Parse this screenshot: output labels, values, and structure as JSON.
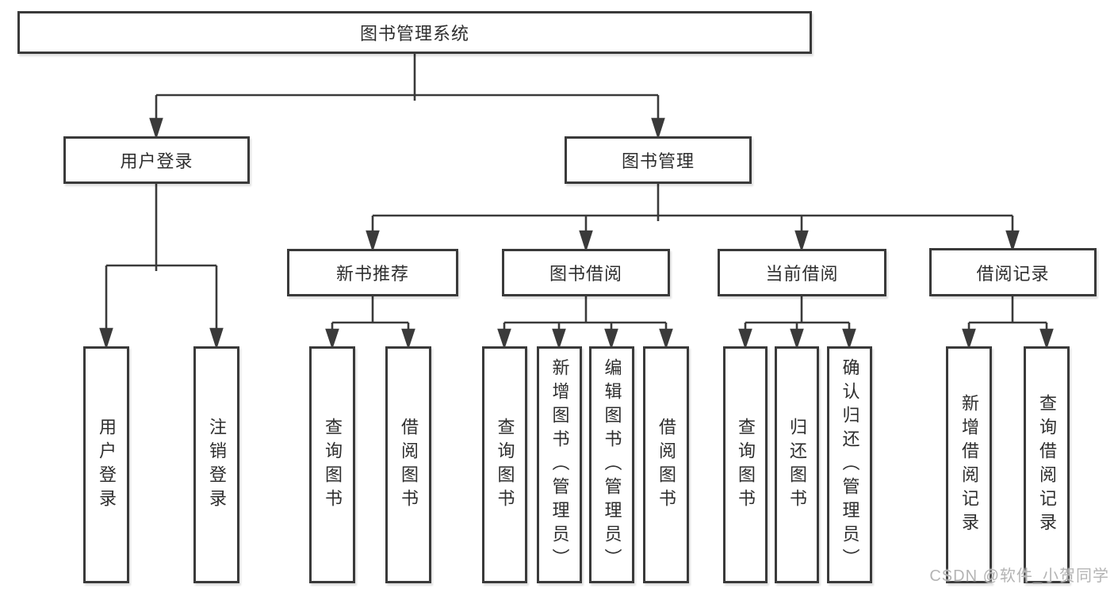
{
  "diagram": {
    "root": {
      "label": "图书管理系统"
    },
    "level2": [
      {
        "id": "user-login",
        "label": "用户登录"
      },
      {
        "id": "book-management",
        "label": "图书管理"
      }
    ],
    "level3": [
      {
        "id": "new-book-recommend",
        "label": "新书推荐"
      },
      {
        "id": "book-borrowing",
        "label": "图书借阅"
      },
      {
        "id": "current-borrowing",
        "label": "当前借阅"
      },
      {
        "id": "borrowing-records",
        "label": "借阅记录"
      }
    ],
    "leaves": [
      {
        "id": "user-login-action",
        "label": "用户登录"
      },
      {
        "id": "logout-action",
        "label": "注销登录"
      },
      {
        "id": "recommend-query-books",
        "label": "查询图书"
      },
      {
        "id": "recommend-borrow-books",
        "label": "借阅图书"
      },
      {
        "id": "borrow-query-books",
        "label": "查询图书"
      },
      {
        "id": "borrow-add-books-admin",
        "label": "新增图书（管理员）"
      },
      {
        "id": "borrow-edit-books-admin",
        "label": "编辑图书（管理员）"
      },
      {
        "id": "borrow-borrow-books",
        "label": "借阅图书"
      },
      {
        "id": "current-query-books",
        "label": "查询图书"
      },
      {
        "id": "current-return-books",
        "label": "归还图书"
      },
      {
        "id": "current-confirm-return-admin",
        "label": "确认归还（管理员）"
      },
      {
        "id": "records-add-record",
        "label": "新增借阅记录"
      },
      {
        "id": "records-query-record",
        "label": "查询借阅记录"
      }
    ]
  },
  "watermark": "CSDN @软件_小贺同学",
  "colors": {
    "line": "#3a3a3a",
    "text": "#2e2e2e",
    "background": "#ffffff",
    "watermark": "#b4b4b4"
  }
}
